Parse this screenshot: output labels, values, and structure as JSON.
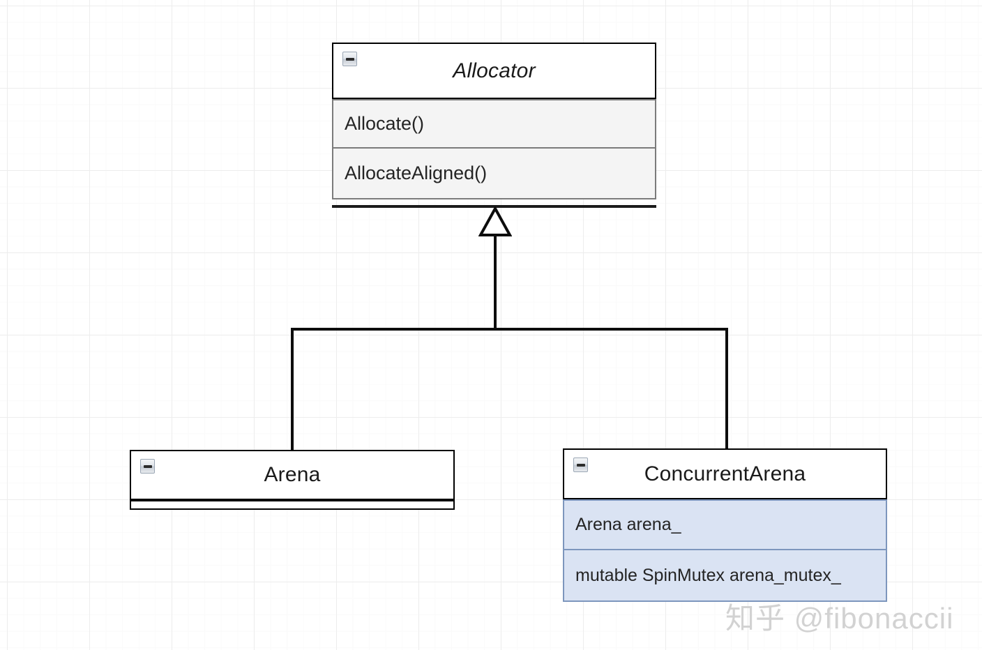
{
  "diagram": {
    "type": "uml-class-diagram",
    "classes": [
      {
        "id": "allocator",
        "name": "Allocator",
        "stereotype": "abstract",
        "collapse_icon": "minus-icon",
        "compartment_style": "gray",
        "members": [
          "Allocate()",
          "AllocateAligned()"
        ]
      },
      {
        "id": "arena",
        "name": "Arena",
        "stereotype": "concrete",
        "collapse_icon": "minus-icon",
        "compartment_style": "empty",
        "members": []
      },
      {
        "id": "concurrent-arena",
        "name": "ConcurrentArena",
        "stereotype": "concrete",
        "collapse_icon": "minus-icon",
        "compartment_style": "blue",
        "members": [
          "Arena arena_",
          "mutable SpinMutex arena_mutex_"
        ]
      }
    ],
    "relationships": [
      {
        "type": "generalization",
        "from": "Arena",
        "to": "Allocator",
        "arrow": "hollow-triangle"
      },
      {
        "type": "generalization",
        "from": "ConcurrentArena",
        "to": "Allocator",
        "arrow": "hollow-triangle"
      }
    ]
  },
  "colors": {
    "header_fill": "#ffffff",
    "header_border": "#000000",
    "gray_row_fill": "#f4f4f4",
    "gray_row_border": "#7b7b7b",
    "blue_row_fill": "#dae3f3",
    "blue_row_border": "#7d96bd",
    "connector": "#0d0d0d",
    "grid_major": "#ededed",
    "grid_minor": "#fafafa",
    "watermark": "#d2d2d2"
  },
  "watermark": {
    "text": "知乎 @fibonaccii"
  }
}
